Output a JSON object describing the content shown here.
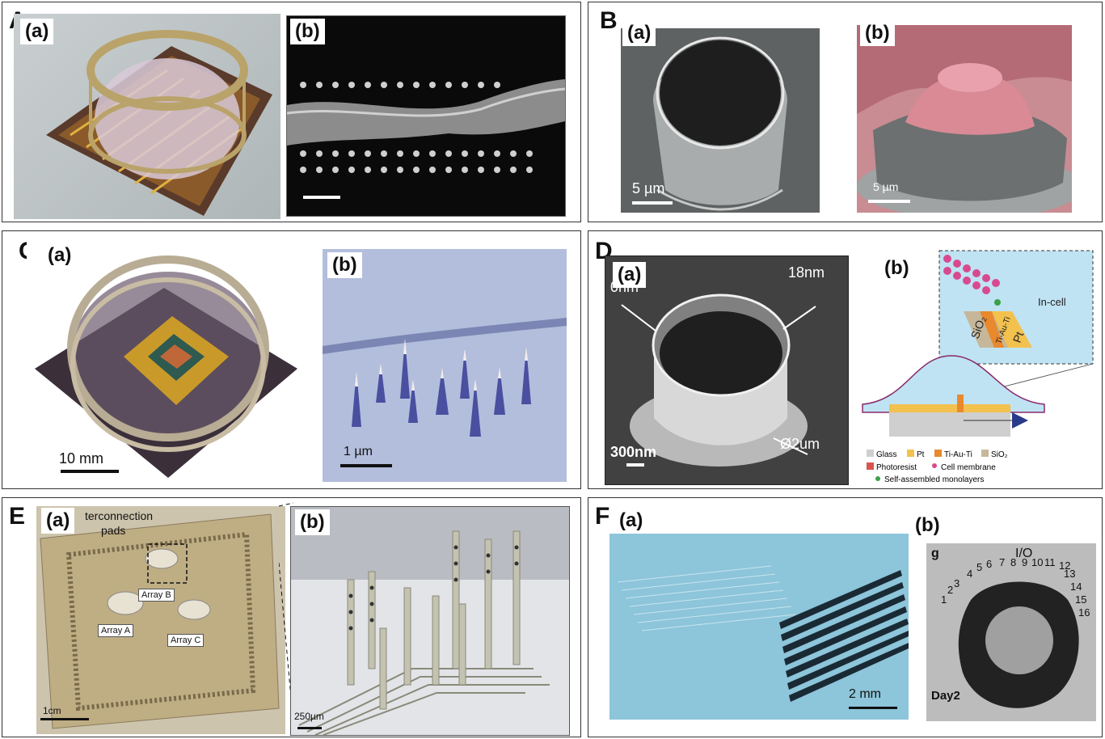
{
  "panels": {
    "A": {
      "letter": "A",
      "a": {
        "label": "(a)"
      },
      "b": {
        "label": "(b)"
      }
    },
    "B": {
      "letter": "B",
      "a": {
        "label": "(a)",
        "scale": "5 µm"
      },
      "b": {
        "label": "(b)",
        "scale": "5 µm"
      }
    },
    "C": {
      "letter": "C",
      "a": {
        "label": "(a)",
        "scale": "10 mm"
      },
      "b": {
        "label": "(b)",
        "scale": "1 µm"
      }
    },
    "D": {
      "letter": "D",
      "a": {
        "label": "(a)",
        "scale": "300nm",
        "annot_top_left": "0nm",
        "annot_top_right": "18nm",
        "annot_diameter": "Ø2um"
      },
      "b": {
        "label": "(b)",
        "inset_text": "In-cell",
        "sio2": "SiO₂",
        "ti_au_ti": "Ti-Au-Ti",
        "pt": "Pt",
        "legend": [
          "Glass",
          "Pt",
          "Ti-Au-Ti",
          "SiO₂",
          "Photoresist",
          "Cell membrane",
          "Self-assembled monolayers"
        ]
      }
    },
    "E": {
      "letter": "E",
      "a": {
        "label": "(a)",
        "annot": "terconnection",
        "annot2": "pads",
        "arrays": [
          "Array A",
          "Array B",
          "Array C"
        ],
        "scale": "1cm"
      },
      "b": {
        "label": "(b)",
        "scale": "250µm"
      }
    },
    "F": {
      "letter": "F",
      "a": {
        "label": "(a)",
        "scale": "2 mm"
      },
      "b": {
        "label": "(b)",
        "tag": "g",
        "io": "I/O",
        "numbers": [
          "1",
          "2",
          "3",
          "4",
          "5",
          "6",
          "7",
          "8",
          "9",
          "10",
          "11",
          "12",
          "13",
          "14",
          "15",
          "16"
        ],
        "day": "Day2"
      }
    }
  },
  "colors": {
    "pink_membrane": "#d84a8f",
    "pt_yellow": "#f2c14e",
    "ti_orange": "#e8892e",
    "glass_gray": "#cfcfcf",
    "sio2_tan": "#c7b79a",
    "photoresist": "#d9534f",
    "cell_blue": "#bfe3f3"
  }
}
